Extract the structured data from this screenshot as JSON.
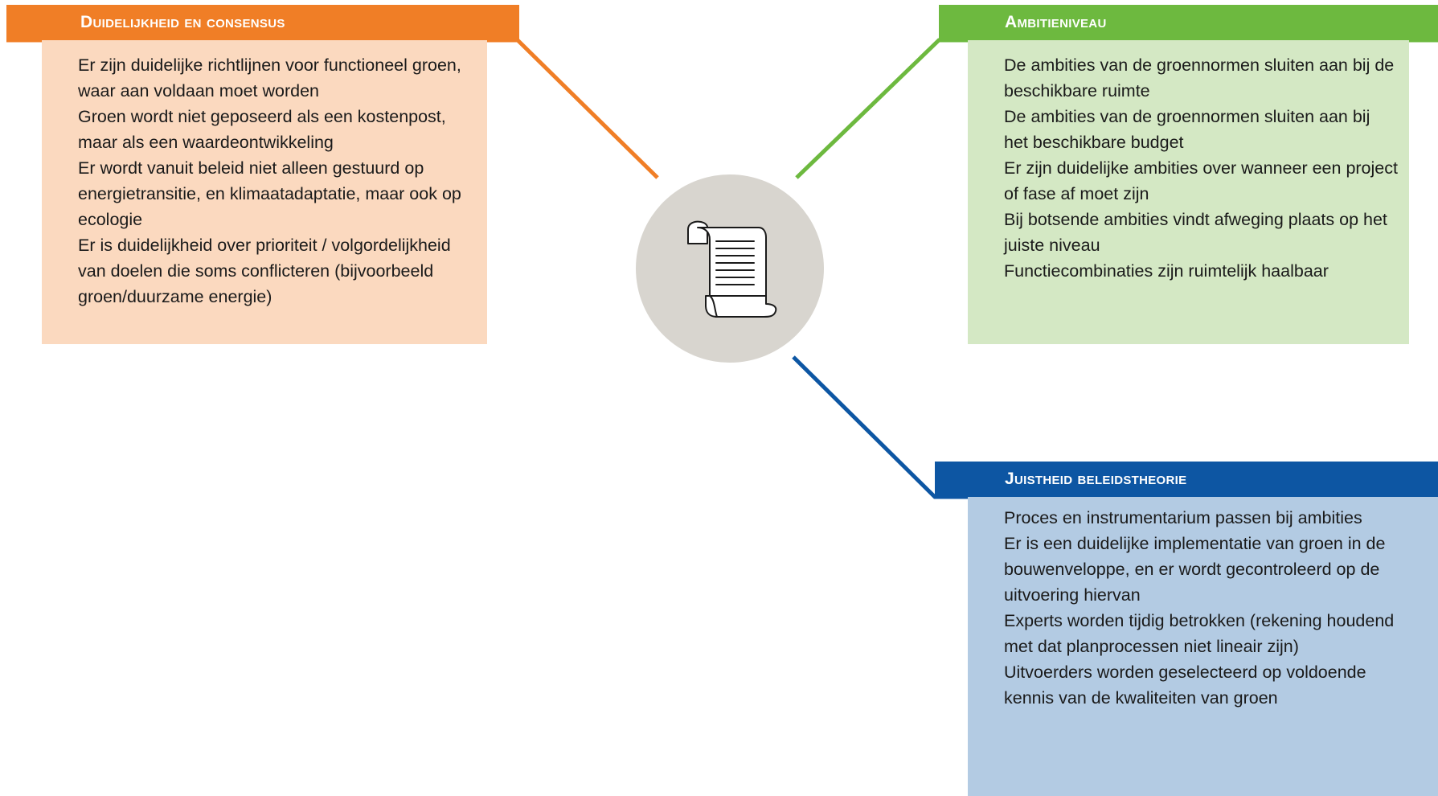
{
  "center_icon": {
    "name": "scroll-document-icon"
  },
  "colors": {
    "orange": "#f07e26",
    "green": "#6db93f",
    "blue": "#0d56a3"
  },
  "sections": {
    "duidelijkheid": {
      "title": "Duidelijkheid en consensus",
      "items": [
        "Er zijn duidelijke richtlijnen voor functioneel groen, waar aan voldaan moet worden",
        "Groen wordt niet geposeerd als een kostenpost, maar als een waardeontwikkeling",
        "Er wordt vanuit beleid niet alleen gestuurd op energietransitie, en klimaatadaptatie, maar ook op ecologie",
        "Er is duidelijkheid over prioriteit / volgordelijkheid van doelen die soms conflicteren (bijvoorbeeld groen/duurzame energie)"
      ]
    },
    "ambitieniveau": {
      "title": "Ambitieniveau",
      "items": [
        "De ambities van de groennormen sluiten aan bij de beschikbare ruimte",
        "De ambities van de groennormen sluiten aan bij het beschikbare budget",
        "Er zijn duidelijke ambities over wanneer een project of fase af moet zijn",
        "Bij botsende ambities vindt afweging plaats op het juiste niveau",
        "Functiecombinaties zijn ruimtelijk haalbaar"
      ]
    },
    "juistheid": {
      "title": "Juistheid beleidstheorie",
      "items": [
        "Proces en instrumentarium passen bij ambities",
        "Er is een duidelijke implementatie van groen in de bouwenveloppe, en er wordt gecontroleerd op de uitvoering hiervan",
        "Experts worden tijdig betrokken (rekening houdend met dat planprocessen niet lineair zijn)",
        "Uitvoerders worden geselecteerd op voldoende kennis van de kwaliteiten van groen"
      ]
    }
  }
}
